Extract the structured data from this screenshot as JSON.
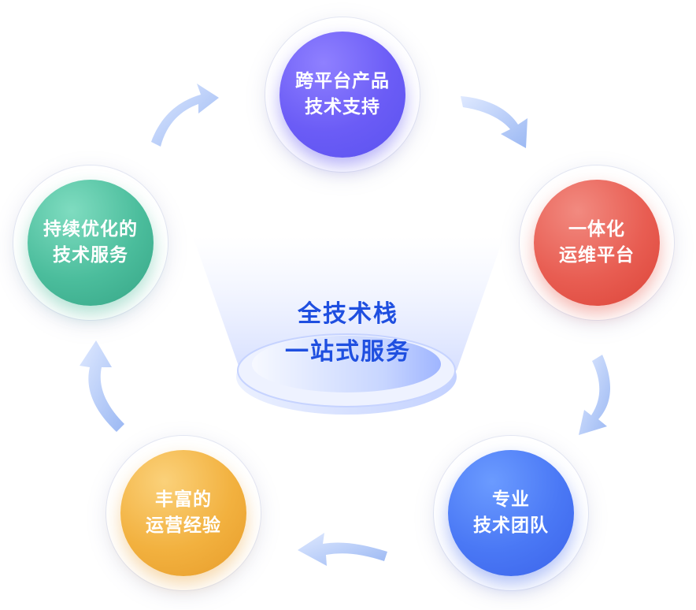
{
  "center": {
    "line1": "全技术栈",
    "line2": "一站式服务"
  },
  "nodes": {
    "cross_platform": {
      "line1": "跨平台产品",
      "line2": "技术支持",
      "color": "#6b5cf6"
    },
    "integrated_ops": {
      "line1": "一体化",
      "line2": "运维平台",
      "color": "#e85d52"
    },
    "pro_team": {
      "line1": "专业",
      "line2": "技术团队",
      "color": "#4a78f5"
    },
    "rich_experience": {
      "line1": "丰富的",
      "line2": "运营经验",
      "color": "#f2b13f"
    },
    "continuous_optimization": {
      "line1": "持续优化的",
      "line2": "技术服务",
      "color": "#4bbd9c"
    }
  },
  "arrow_color": "#a9c2f5",
  "center_color": "#1f4fe0"
}
